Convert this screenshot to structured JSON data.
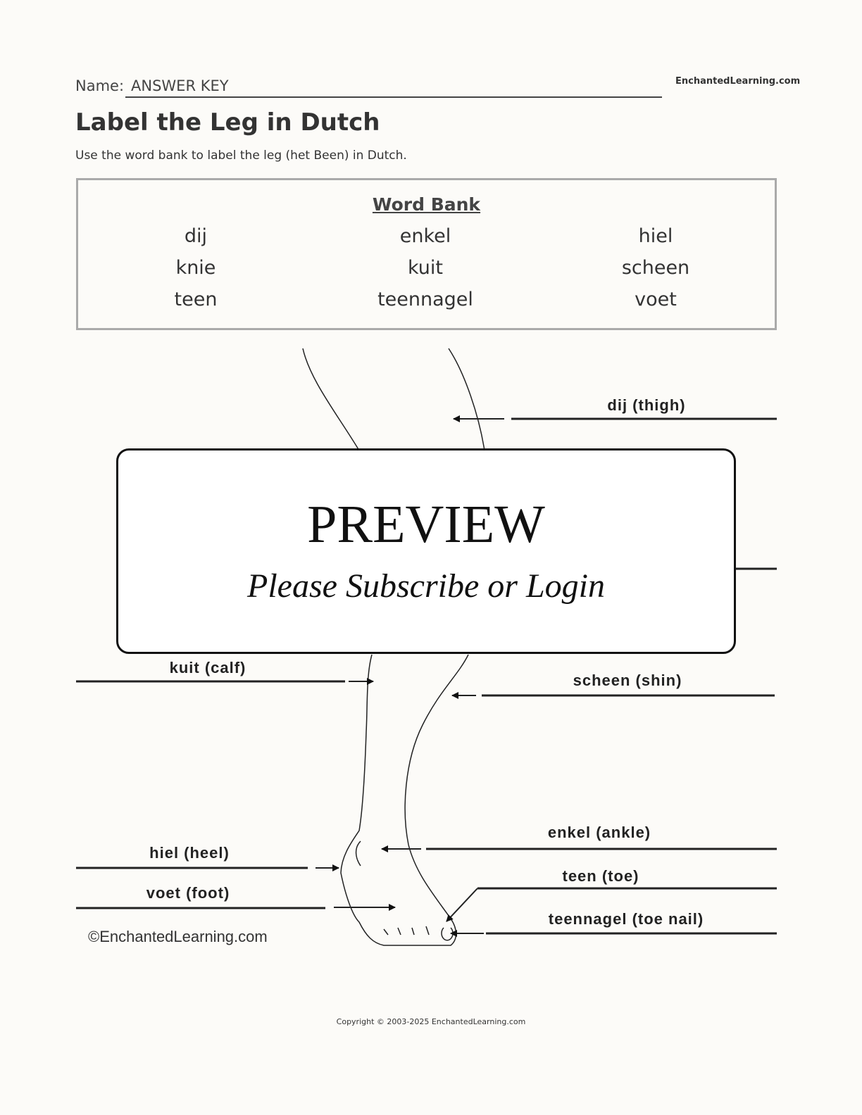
{
  "header": {
    "name_label": "Name:",
    "name_value": "ANSWER KEY",
    "site": "EnchantedLearning.com",
    "title": "Label the Leg in Dutch",
    "instructions": "Use the word bank to label the leg (het Been) in Dutch."
  },
  "word_bank": {
    "title": "Word Bank",
    "words": [
      "dij",
      "enkel",
      "hiel",
      "knie",
      "kuit",
      "scheen",
      "teen",
      "teennagel",
      "voet"
    ]
  },
  "diagram": {
    "labels": {
      "dij": "dij (thigh)",
      "kuit": "kuit (calf)",
      "scheen": "scheen (shin)",
      "enkel": "enkel (ankle)",
      "hiel": "hiel (heel)",
      "teen": "teen (toe)",
      "voet": "voet (foot)",
      "teennagel": "teennagel (toe nail)"
    },
    "copyright": "©EnchantedLearning.com"
  },
  "preview": {
    "title": "PREVIEW",
    "subtitle": "Please Subscribe or Login"
  },
  "footer": "Copyright © 2003-2025 EnchantedLearning.com"
}
